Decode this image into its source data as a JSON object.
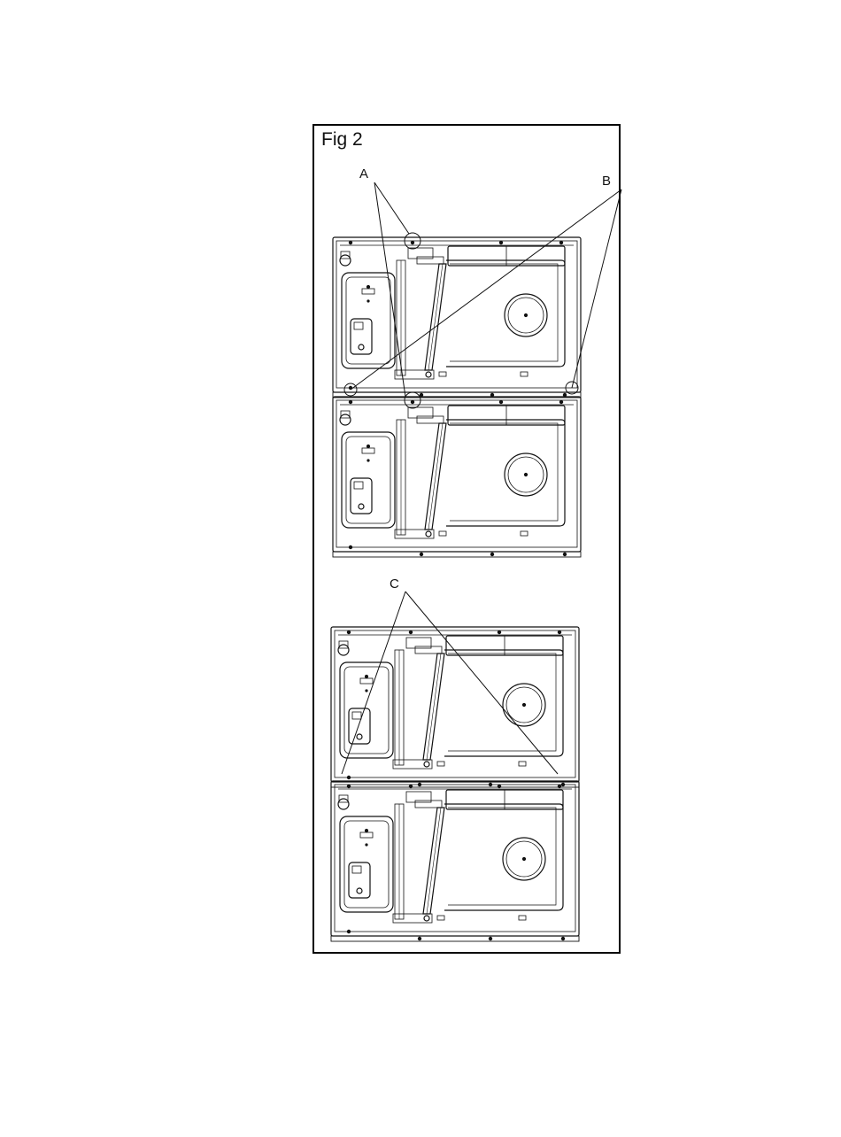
{
  "figure": {
    "title": "Fig 2",
    "callouts": {
      "a": "A",
      "b": "B",
      "c": "C"
    }
  },
  "colors": {
    "line": "#111111",
    "background": "#ffffff"
  }
}
